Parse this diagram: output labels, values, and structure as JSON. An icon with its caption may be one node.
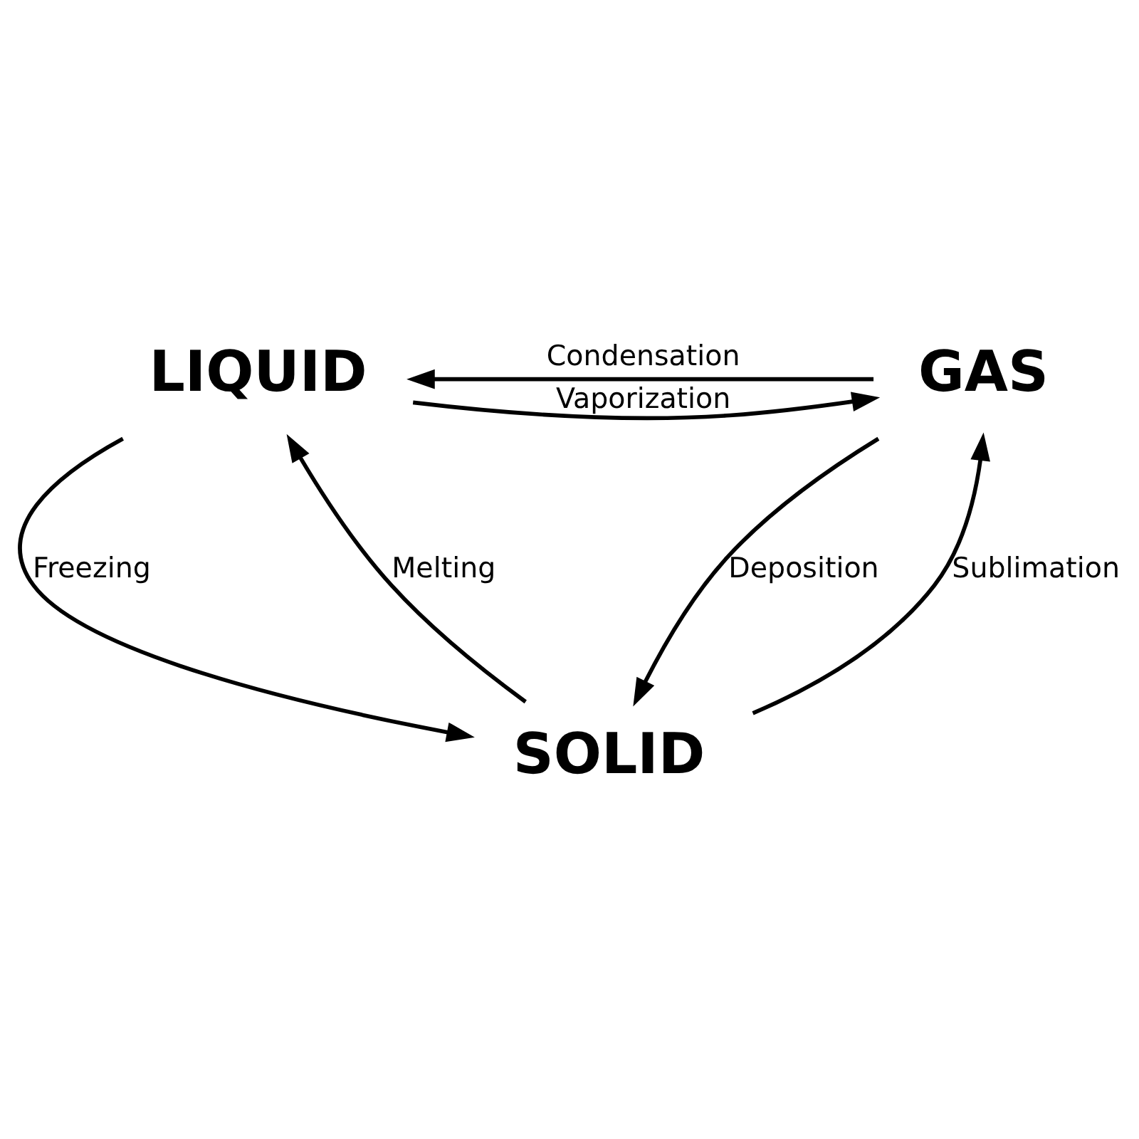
{
  "diagram": {
    "nodes": [
      {
        "text": [
          "LIQUID"
        ]
      },
      {
        "text": [
          "GAS"
        ]
      },
      {
        "text": [
          "SOLID"
        ]
      }
    ],
    "edges": [
      {
        "from": 0,
        "to": 1,
        "arrow": "to",
        "label": "Vaporization"
      },
      {
        "from": 1,
        "to": 0,
        "arrow": "to",
        "label": "Condensation"
      },
      {
        "from": 0,
        "to": 2,
        "arrow": "to",
        "label": "Freezing"
      },
      {
        "from": 2,
        "to": 0,
        "arrow": "to",
        "label": "Melting"
      },
      {
        "from": 2,
        "to": 1,
        "arrow": "to",
        "label": "Sublimation"
      },
      {
        "from": 1,
        "to": 2,
        "arrow": "to",
        "label": "Deposition"
      }
    ]
  }
}
